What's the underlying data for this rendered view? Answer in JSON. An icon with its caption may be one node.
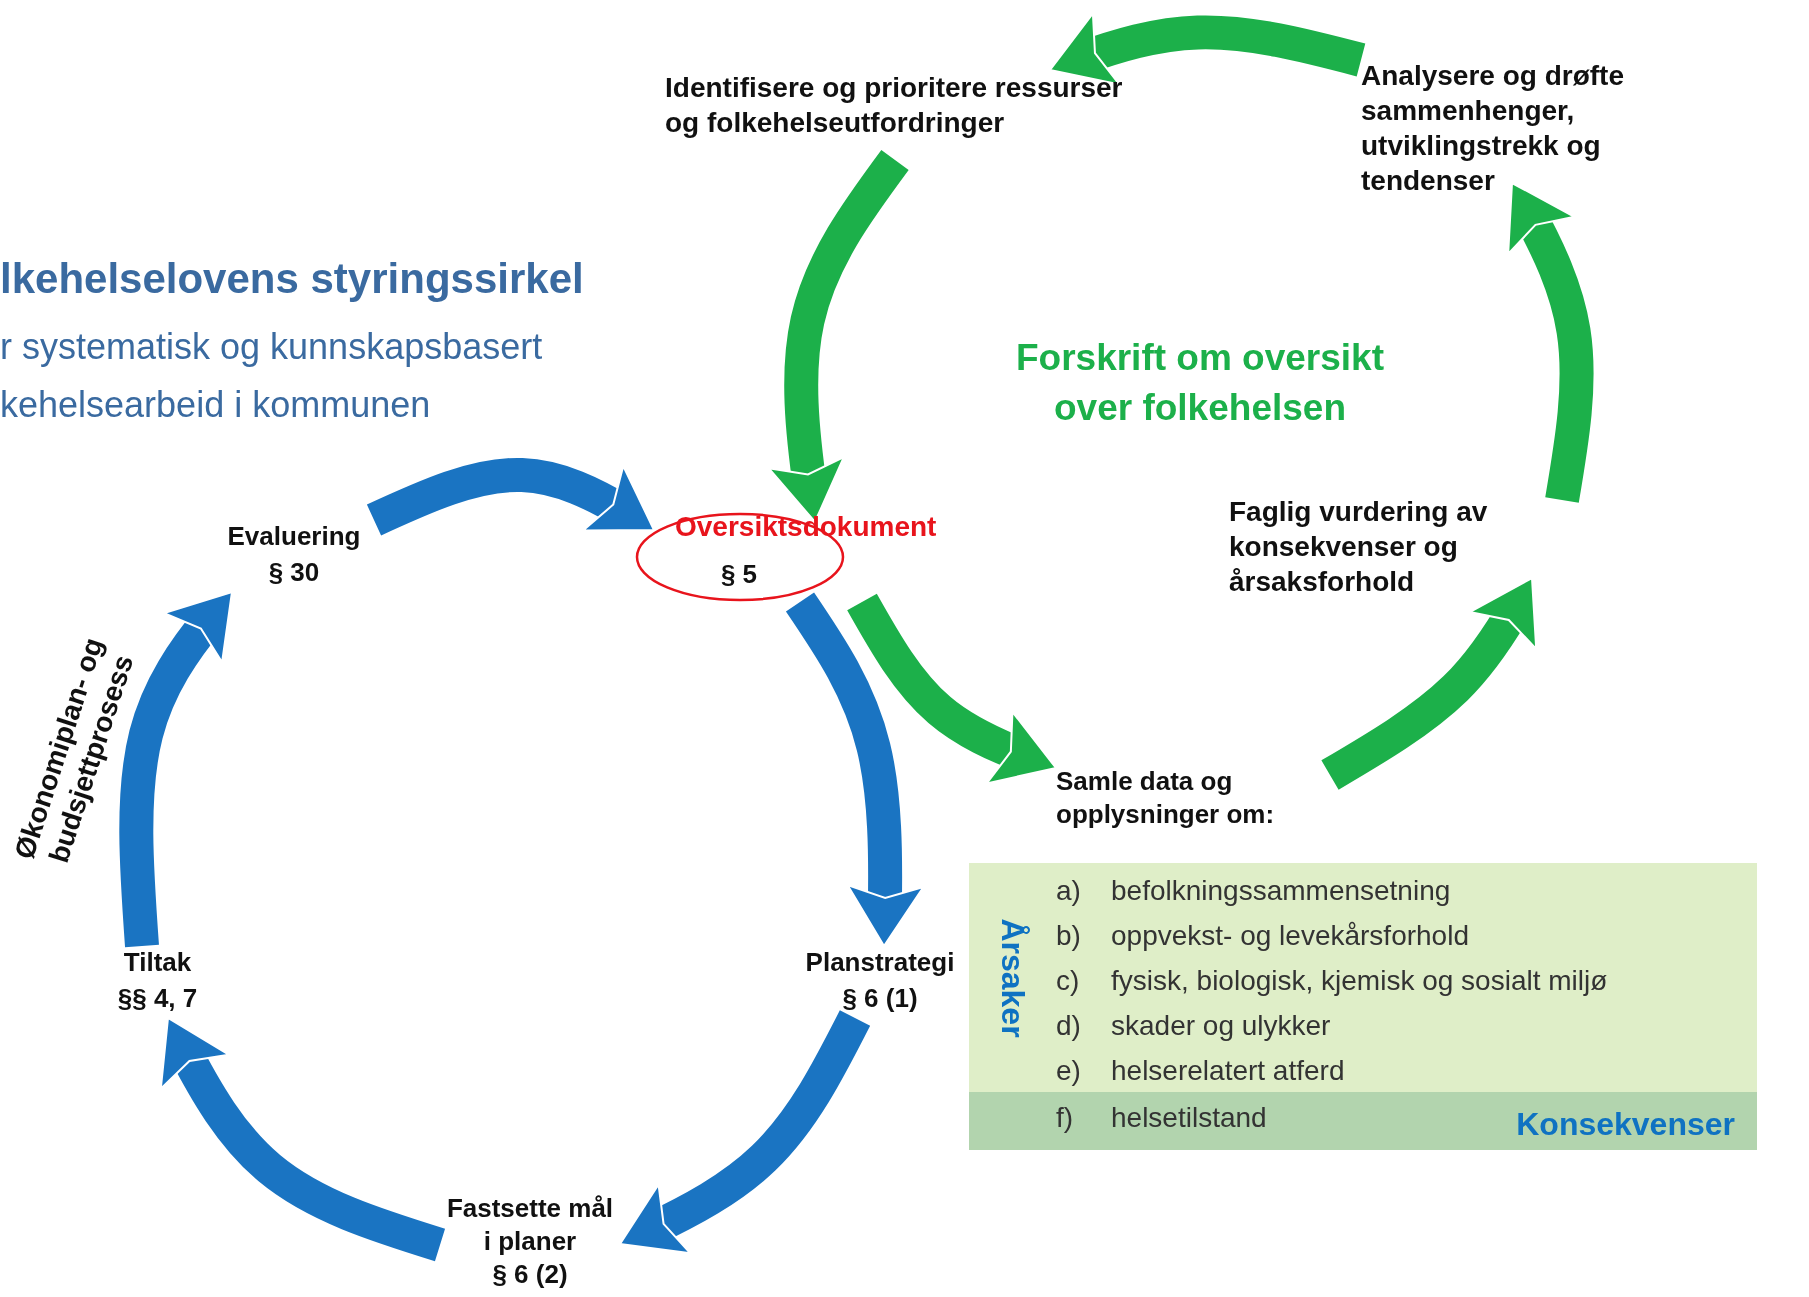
{
  "diagram": {
    "title": "lkehelselovens styringssirkel",
    "nodes": [
      {
        "text": [
          "Identifisere og prioritere ressurser og folkehelseutfordringer"
        ]
      },
      {
        "text": [
          "Analysere og drøfte sammenhenger, utviklingstrekk og tendenser"
        ]
      },
      {
        "text": [
          "Faglig vurdering av konsekvenser og årsaksforhold"
        ]
      },
      {
        "text": [
          "Samle data og opplysninger om:"
        ]
      },
      {
        "text": [
          "Oversiktsdokument",
          "§ 5"
        ]
      },
      {
        "text": [
          "Planstrategi",
          "§ 6 (1)"
        ]
      },
      {
        "text": [
          "Fastsette mål i planer",
          "§ 6 (2)"
        ]
      },
      {
        "text": [
          "Tiltak",
          "§§ 4, 7"
        ]
      },
      {
        "text": [
          "Evaluering",
          "§ 30"
        ]
      },
      {
        "text": [
          "a)",
          "befolkningssammensetning",
          "b)",
          "oppvekst- og levekårsforhold",
          "c)",
          "fysisk, biologisk, kjemisk og sosialt miljø",
          "d)",
          "skader og ulykker",
          "e)",
          "helserelatert atferd",
          "Årsaker"
        ]
      },
      {
        "text": [
          "f)",
          "helsetilstand",
          "Konsekvenser"
        ],
        "in": 9
      }
    ],
    "edges": [
      {
        "from": 1,
        "to": 0,
        "arrow": "to",
        "color": "#1cb04a"
      },
      {
        "from": 0,
        "to": 4,
        "arrow": "to",
        "color": "#1cb04a"
      },
      {
        "from": 4,
        "to": 3,
        "arrow": "to",
        "color": "#1cb04a"
      },
      {
        "from": 3,
        "to": 2,
        "arrow": "to",
        "color": "#1cb04a"
      },
      {
        "from": 2,
        "to": 1,
        "arrow": "to",
        "color": "#1cb04a"
      },
      {
        "from": 8,
        "to": 4,
        "arrow": "to",
        "color": "#1a74c2"
      },
      {
        "from": 4,
        "to": 5,
        "arrow": "to",
        "color": "#1a74c2"
      },
      {
        "from": 5,
        "to": 6,
        "arrow": "to",
        "color": "#1a74c2"
      },
      {
        "from": 6,
        "to": 7,
        "arrow": "to",
        "color": "#1a74c2"
      },
      {
        "from": 7,
        "to": 8,
        "arrow": "to",
        "color": "#1a74c2"
      }
    ],
    "labels": [
      "r systematisk og kunnskapsbasert",
      "kehelsearbeid i kommunen",
      "Forskrift om oversikt over folkehelsen",
      "Økonomiplan- og budsjettprosess"
    ]
  }
}
